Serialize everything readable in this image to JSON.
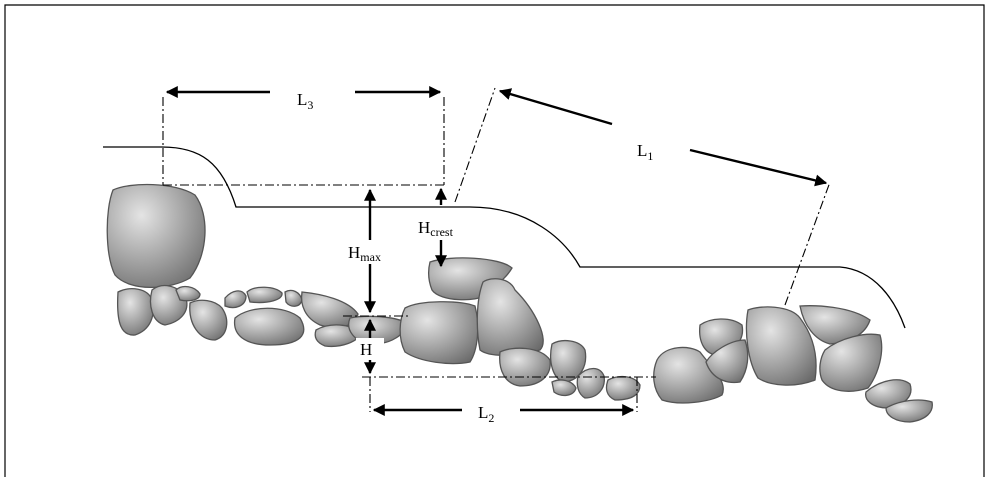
{
  "labels": {
    "l3": {
      "main": "L",
      "sub": "3"
    },
    "l1": {
      "main": "L",
      "sub": "1"
    },
    "l2": {
      "main": "L",
      "sub": "2"
    },
    "hmax": {
      "main": "H",
      "sub": "max"
    },
    "hcrest": {
      "main": "H",
      "sub": "crest"
    },
    "h": {
      "main": "H",
      "sub": ""
    }
  },
  "colors": {
    "rock_light": "#e4e4e4",
    "rock_dark": "#6a6a6a",
    "rock_stroke": "#555555",
    "line": "#000000"
  }
}
